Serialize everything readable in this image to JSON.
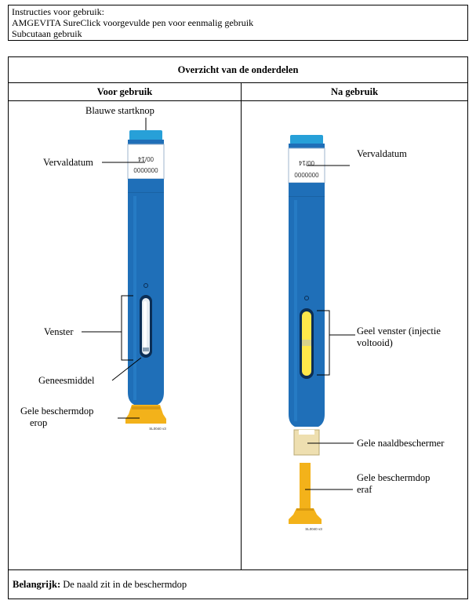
{
  "header": {
    "line1": "Instructies voor gebruik:",
    "line2": "AMGEVITA SureClick voorgevulde pen voor eenmalig gebruik",
    "line3": "Subcutaan gebruik"
  },
  "table": {
    "title": "Overzicht van de onderdelen",
    "col_left": "Voor gebruik",
    "col_right": "Na gebruik"
  },
  "left_labels": {
    "start_button": "Blauwe startknop",
    "expiry": "Vervaldatum",
    "window": "Venster",
    "medicine": "Geneesmiddel",
    "cap_line1": "Gele beschermdop",
    "cap_line2": "erop"
  },
  "right_labels": {
    "expiry": "Vervaldatum",
    "window_line1": "Geel venster (injectie",
    "window_line2": "voltooid)",
    "needle_guard": "Gele naaldbeschermer",
    "cap_line1": "Gele beschermdop",
    "cap_line2": "eraf"
  },
  "pen_label": {
    "code": "0000000",
    "date": "00/14",
    "part_code": "SL0040 v3"
  },
  "footer": {
    "bold": "Belangrijk:",
    "text": " De naald zit in de beschermdop"
  },
  "colors": {
    "pen_blue": "#1f6fb8",
    "pen_blue_dark": "#14558f",
    "button_blue": "#27a0d8",
    "yellow": "#f3b21a",
    "window_yellow": "#ffe84a",
    "guard_beige": "#eedfb0"
  }
}
